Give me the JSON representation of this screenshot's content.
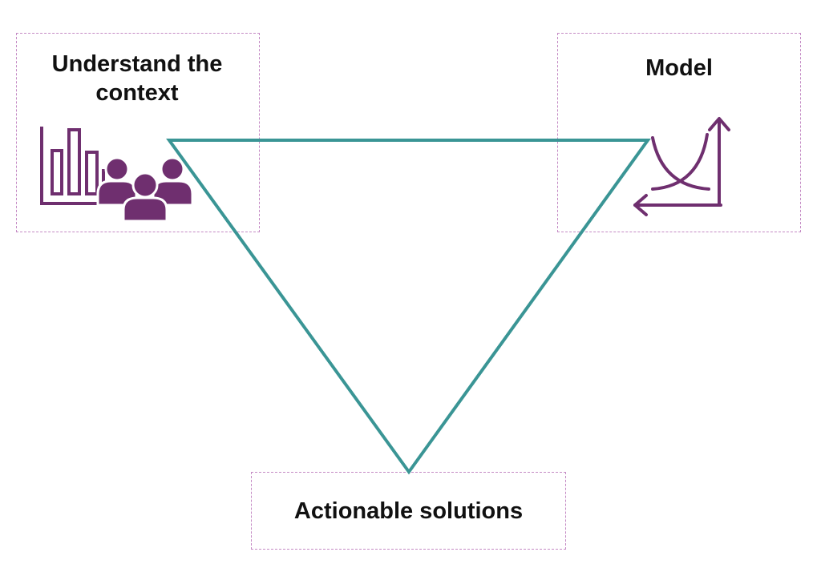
{
  "nodes": {
    "understand": {
      "line1": "Understand the",
      "line2": "context"
    },
    "model": {
      "label": "Model"
    },
    "solutions": {
      "label": "Actionable solutions"
    }
  },
  "icons": {
    "understand": [
      "bar-chart-icon",
      "people-group-icon"
    ],
    "model": "crossing-curves-graph-icon"
  },
  "colors": {
    "triangle": "#3a9595",
    "icon": "#6f2f6f",
    "box_border": "#c48ac4",
    "text": "#111111"
  }
}
